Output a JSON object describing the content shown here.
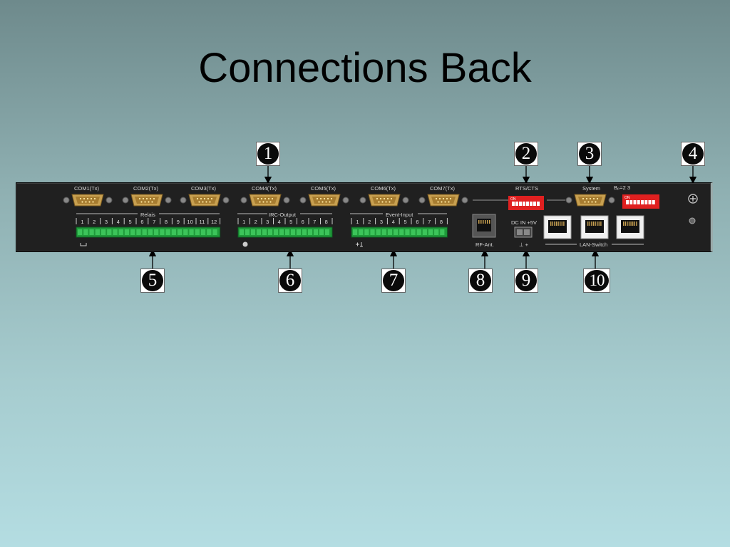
{
  "slide": {
    "title": "Connections Back"
  },
  "com_ports": [
    "COM1(Tx)",
    "COM2(Tx)",
    "COM3(Tx)",
    "COM4(Tx)",
    "COM5(Tx)",
    "COM6(Tx)",
    "COM7(Tx)"
  ],
  "panel_labels": {
    "rts_cts": "RTS/CTS",
    "system": "System",
    "relais": "Relais",
    "ir_output": "IRC-Output",
    "event_input": "Event-Input",
    "rf_ant": "RF-Ant.",
    "dc_in": "DC IN +5V",
    "dc_polarity": "⊥  +",
    "lan_switch": "LAN-Switch",
    "dip_on": "ON",
    "baud_text": "Bₚ=2 3"
  },
  "relais_numbers": [
    "1",
    "2",
    "3",
    "4",
    "5",
    "6",
    "7",
    "8",
    "9",
    "10",
    "11",
    "12"
  ],
  "ir_numbers": [
    "1",
    "2",
    "3",
    "4",
    "5",
    "6",
    "7",
    "8"
  ],
  "event_numbers": [
    "1",
    "2",
    "3",
    "4",
    "5",
    "6",
    "7",
    "8"
  ],
  "callouts": {
    "c1": "1",
    "c2": "2",
    "c3": "3",
    "c4": "4",
    "c5": "5",
    "c6": "6",
    "c7": "7",
    "c8": "8",
    "c9": "9",
    "c10": "10"
  },
  "colors": {
    "panel": "#202020",
    "terminal_green": "#1f9a3a",
    "dip_red": "#e02020",
    "connector_gold": "#c8a050"
  }
}
